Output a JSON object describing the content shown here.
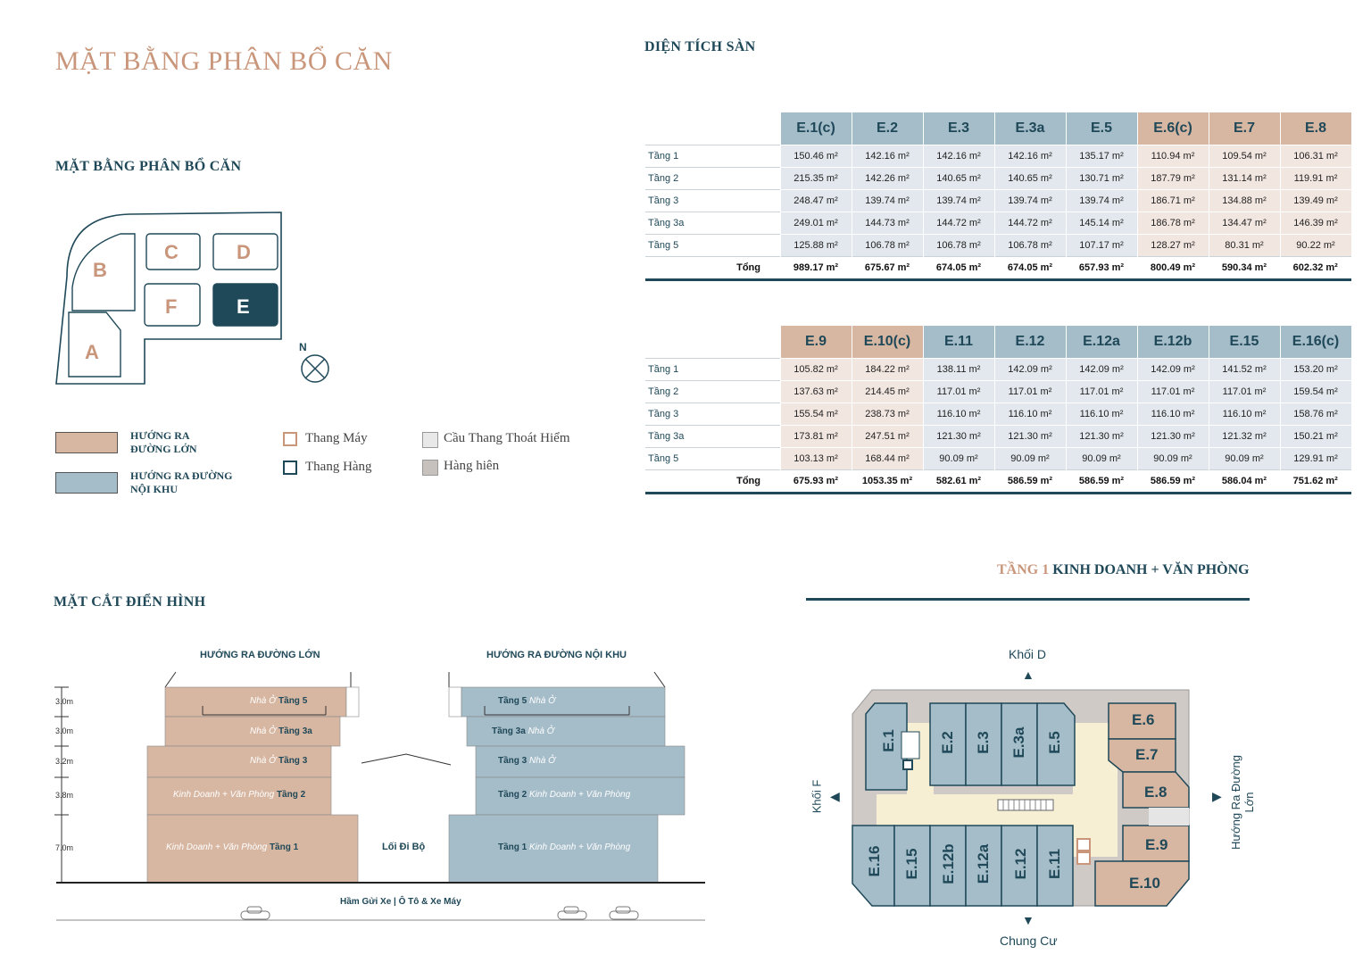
{
  "title": "MẶT BẰNG PHÂN BỔ CĂN",
  "site_plan": {
    "heading": "MẶT BẰNG PHÂN BỔ CĂN",
    "blocks": [
      "A",
      "B",
      "C",
      "D",
      "E",
      "F"
    ],
    "compass": "N"
  },
  "legend": {
    "main_road": "HƯỚNG RA ĐƯỜNG LỚN",
    "internal_road": "HƯỚNG RA ĐƯỜNG NỘI KHU",
    "elevator": "Thang Máy",
    "freight": "Thang Hàng",
    "fire_stair": "Cầu Thang Thoát Hiểm",
    "arcade": "Hàng hiên",
    "colors": {
      "tan": "#d8b7a2",
      "blue": "#a5bcc9",
      "navy": "#1f4858",
      "copper": "#c9967b"
    }
  },
  "area_heading": "DIỆN TÍCH SÀN",
  "table1": {
    "columns": [
      {
        "label": "E.1(c)",
        "tone": "blue"
      },
      {
        "label": "E.2",
        "tone": "blue"
      },
      {
        "label": "E.3",
        "tone": "blue"
      },
      {
        "label": "E.3a",
        "tone": "blue"
      },
      {
        "label": "E.5",
        "tone": "blue"
      },
      {
        "label": "E.6(c)",
        "tone": "tan"
      },
      {
        "label": "E.7",
        "tone": "tan"
      },
      {
        "label": "E.8",
        "tone": "tan"
      }
    ],
    "rows": [
      {
        "label": "Tầng 1",
        "values": [
          "150.46 m²",
          "142.16 m²",
          "142.16 m²",
          "142.16 m²",
          "135.17 m²",
          "110.94 m²",
          "109.54 m²",
          "106.31 m²"
        ]
      },
      {
        "label": "Tầng 2",
        "values": [
          "215.35 m²",
          "142.26 m²",
          "140.65 m²",
          "140.65 m²",
          "130.71 m²",
          "187.79 m²",
          "131.14 m²",
          "119.91 m²"
        ]
      },
      {
        "label": "Tầng 3",
        "values": [
          "248.47 m²",
          "139.74 m²",
          "139.74 m²",
          "139.74 m²",
          "139.74 m²",
          "186.71 m²",
          "134.88 m²",
          "139.49 m²"
        ]
      },
      {
        "label": "Tầng 3a",
        "values": [
          "249.01 m²",
          "144.73 m²",
          "144.72 m²",
          "144.72 m²",
          "145.14 m²",
          "186.78 m²",
          "134.47 m²",
          "146.39 m²"
        ]
      },
      {
        "label": "Tầng 5",
        "values": [
          "125.88 m²",
          "106.78 m²",
          "106.78 m²",
          "106.78 m²",
          "107.17 m²",
          "128.27 m²",
          "80.31 m²",
          "90.22 m²"
        ]
      }
    ],
    "total": {
      "label": "Tổng",
      "values": [
        "989.17 m²",
        "675.67 m²",
        "674.05 m²",
        "674.05 m²",
        "657.93 m²",
        "800.49 m²",
        "590.34 m²",
        "602.32 m²"
      ]
    }
  },
  "table2": {
    "columns": [
      {
        "label": "E.9",
        "tone": "tan"
      },
      {
        "label": "E.10(c)",
        "tone": "tan"
      },
      {
        "label": "E.11",
        "tone": "blue"
      },
      {
        "label": "E.12",
        "tone": "blue"
      },
      {
        "label": "E.12a",
        "tone": "blue"
      },
      {
        "label": "E.12b",
        "tone": "blue"
      },
      {
        "label": "E.15",
        "tone": "blue"
      },
      {
        "label": "E.16(c)",
        "tone": "blue"
      }
    ],
    "rows": [
      {
        "label": "Tầng 1",
        "values": [
          "105.82 m²",
          "184.22 m²",
          "138.11 m²",
          "142.09 m²",
          "142.09 m²",
          "142.09 m²",
          "141.52 m²",
          "153.20 m²"
        ]
      },
      {
        "label": "Tầng 2",
        "values": [
          "137.63 m²",
          "214.45 m²",
          "117.01 m²",
          "117.01 m²",
          "117.01 m²",
          "117.01 m²",
          "117.01 m²",
          "159.54 m²"
        ]
      },
      {
        "label": "Tầng 3",
        "values": [
          "155.54 m²",
          "238.73 m²",
          "116.10 m²",
          "116.10 m²",
          "116.10 m²",
          "116.10 m²",
          "116.10 m²",
          "158.76 m²"
        ]
      },
      {
        "label": "Tầng 3a",
        "values": [
          "173.81 m²",
          "247.51 m²",
          "121.30 m²",
          "121.30 m²",
          "121.30 m²",
          "121.30 m²",
          "121.32 m²",
          "150.21 m²"
        ]
      },
      {
        "label": "Tầng 5",
        "values": [
          "103.13 m²",
          "168.44 m²",
          "90.09 m²",
          "90.09 m²",
          "90.09 m²",
          "90.09 m²",
          "90.09 m²",
          "129.91 m²"
        ]
      }
    ],
    "total": {
      "label": "Tổng",
      "values": [
        "675.93 m²",
        "1053.35 m²",
        "582.61 m²",
        "586.59 m²",
        "586.59 m²",
        "586.59 m²",
        "586.04 m²",
        "751.62 m²"
      ]
    }
  },
  "section": {
    "heading": "MẶT CẮT ĐIỂN HÌNH",
    "left_label": "HƯỚNG RA ĐƯỜNG LỚN",
    "right_label": "HƯỚNG RA ĐƯỜNG NỘI KHU",
    "levels": [
      "3.0m",
      "3.0m",
      "3.2m",
      "3.8m",
      "7.0m"
    ],
    "left_floors": [
      {
        "use": "Nhà Ở",
        "floor": "Tầng 5"
      },
      {
        "use": "Nhà Ở",
        "floor": "Tầng 3a"
      },
      {
        "use": "Nhà Ở",
        "floor": "Tầng 3"
      },
      {
        "use": "Kinh Doanh + Văn Phòng",
        "floor": "Tầng 2"
      },
      {
        "use": "Kinh Doanh + Văn Phòng",
        "floor": "Tầng 1"
      }
    ],
    "right_floors": [
      {
        "use": "Nhà Ở",
        "floor": "Tầng 5"
      },
      {
        "use": "Nhà Ở",
        "floor": "Tầng 3a"
      },
      {
        "use": "Nhà Ở",
        "floor": "Tầng 3"
      },
      {
        "use": "Kinh Doanh + Văn Phòng",
        "floor": "Tầng 2"
      },
      {
        "use": "Kinh Doanh + Văn Phòng",
        "floor": "Tầng 1"
      }
    ],
    "walkway": "Lối Đi Bộ",
    "basement": "Hầm Gửi Xe | Ô Tô & Xe Máy"
  },
  "floorplan": {
    "heading_prefix": "TẦNG 1",
    "heading_main": "KINH DOANH + VĂN PHÒNG",
    "north": "Khối D",
    "west": "Khối F",
    "east": "Hướng Ra Đường Lớn",
    "south": "Chung Cư",
    "top_units": [
      "E.1",
      "E.2",
      "E.3",
      "E.3a",
      "E.5"
    ],
    "bottom_units": [
      "E.16",
      "E.15",
      "E.12b",
      "E.12a",
      "E.12",
      "E.11"
    ],
    "right_units": [
      "E.6",
      "E.7",
      "E.8",
      "E.9",
      "E.10"
    ]
  }
}
